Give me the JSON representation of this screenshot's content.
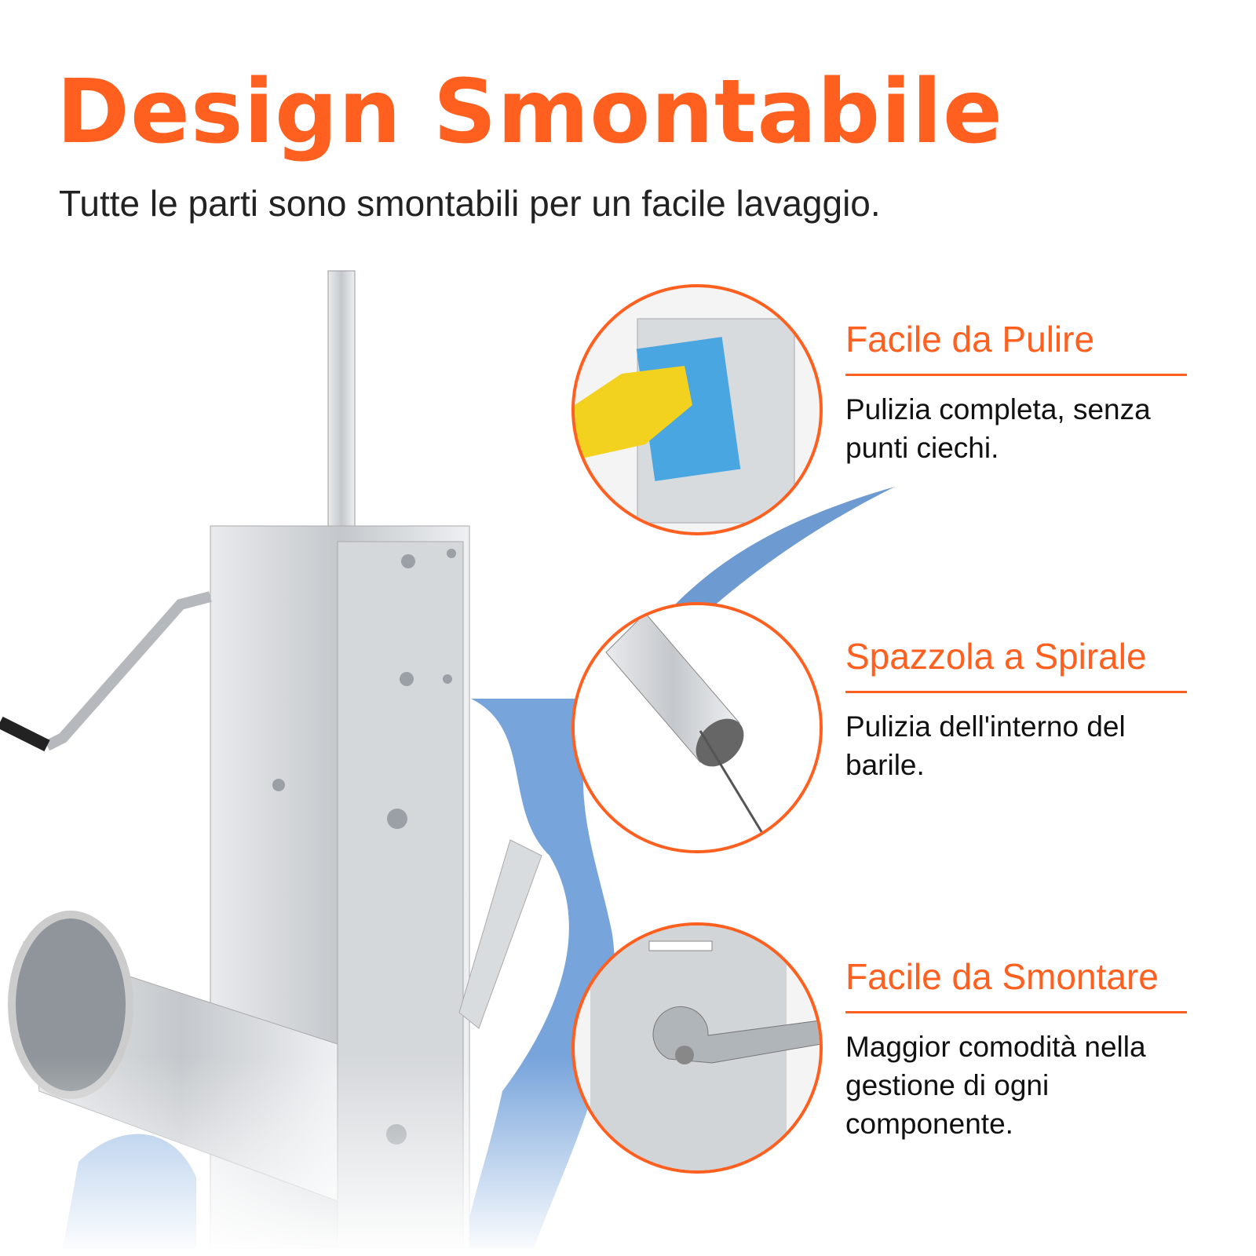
{
  "header": {
    "title": "Design Smontabile",
    "subtitle": "Tutte le parti sono smontabili per un facile lavaggio."
  },
  "features": [
    {
      "title": "Facile da Pulire",
      "description": "Pulizia completa, senza punti ciechi.",
      "image": "glove-cleaning-cloth"
    },
    {
      "title": "Spazzola a Spirale",
      "description": "Pulizia dell'interno del barile.",
      "image": "spiral-brush-in-barrel"
    },
    {
      "title": "Facile da Smontare",
      "description": "Maggior comodità nella gestione di ogni componente.",
      "image": "wrench-on-bolt"
    }
  ],
  "colors": {
    "accent": "#ff5f1f",
    "text": "#111111",
    "steel": "#c9ccd0",
    "water": "#2f6fc0"
  }
}
